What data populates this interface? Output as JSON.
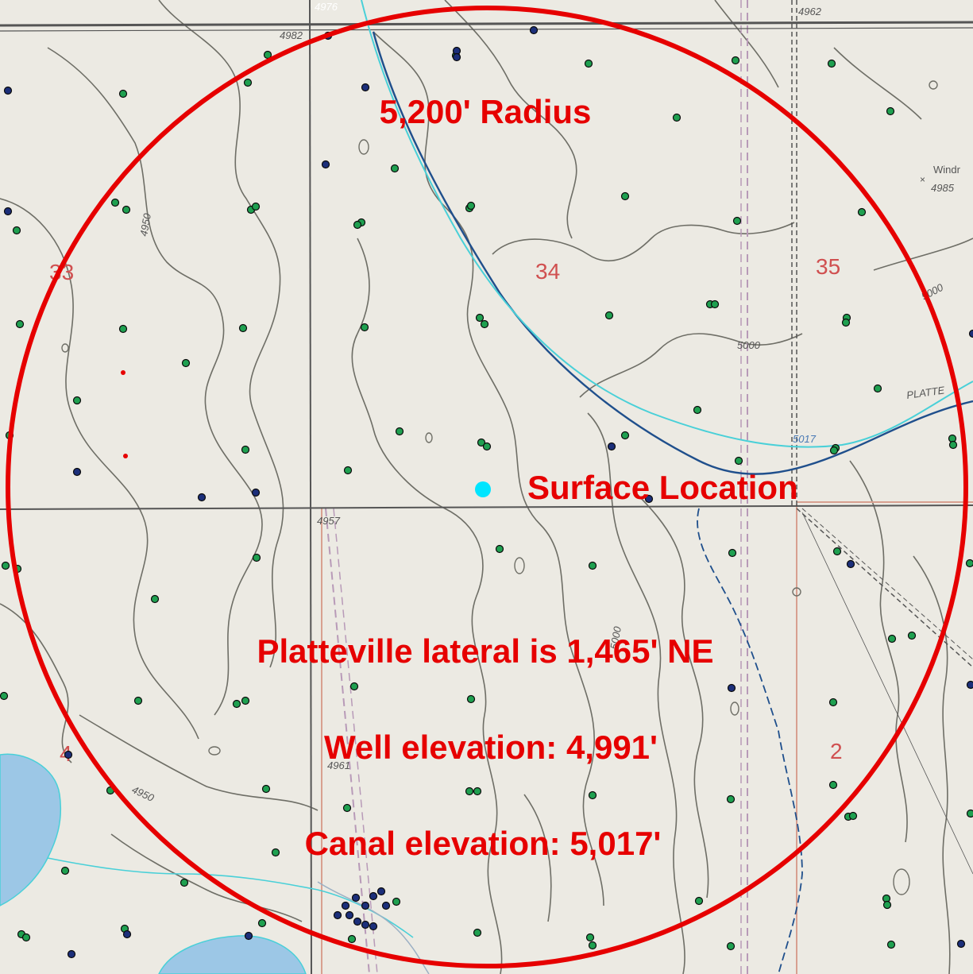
{
  "map": {
    "colors": {
      "background": "#eceae3",
      "contour": "#6e6e66",
      "annotation_red": "#e60000",
      "canal_blue": "#1f4f8c",
      "canal_cyan": "#49d0d8",
      "road": "#555555",
      "section_line_red": "#d8a090",
      "lake": "#9cc7e6",
      "well_green": "#1fa050",
      "well_navy": "#1c2f7a",
      "surface_cyan": "#00e5ff",
      "dashed_line": "#b89ab8"
    },
    "annotations": {
      "radius_label": "5,200' Radius",
      "surface_location": "Surface Location",
      "lateral_note": "Platteville lateral is 1,465' NE",
      "well_elevation": "Well elevation: 4,991'",
      "canal_elevation": "Canal elevation: 5,017'"
    },
    "section_numbers": {
      "s33": "33",
      "s34": "34",
      "s35": "35",
      "s4": "4",
      "s2": "2"
    },
    "elevation_labels": {
      "e4976": "4976",
      "e4982": "4982",
      "e4962": "4962",
      "e4950_a": "4950",
      "e4950_b": "4950",
      "e4957": "4957",
      "e4961": "4961",
      "e5000_a": "5000",
      "e5000_b": "5000",
      "e5017": "5017",
      "e5000_c": "5000",
      "e4985": "4985"
    },
    "place_labels": {
      "windmill": "Windr",
      "platte": "PLATTE"
    }
  }
}
